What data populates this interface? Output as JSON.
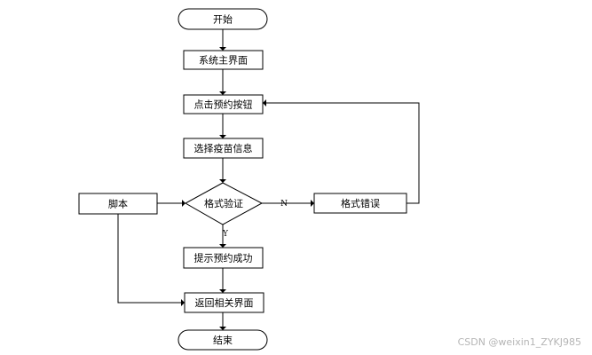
{
  "diagram": {
    "nodes": {
      "start": "开始",
      "main_ui": "系统主界面",
      "click_book": "点击预约按钮",
      "select_vaccine": "选择疫苗信息",
      "format_check": "格式验证",
      "script": "脚本",
      "format_error": "格式错误",
      "success": "提示预约成功",
      "return_ui": "返回相关界面",
      "end": "结束"
    },
    "labels": {
      "no": "N",
      "yes": "Y"
    }
  },
  "watermark": "CSDN @weixin1_ZYKJ985"
}
